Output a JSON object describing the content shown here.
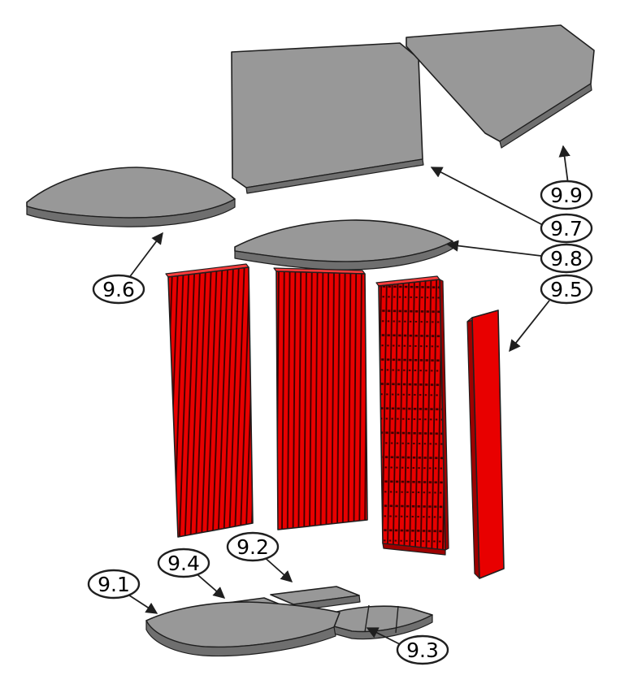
{
  "colors": {
    "background": "#ffffff",
    "outline": "#1f1f1f",
    "part_gray": "#989898",
    "part_gray_dark": "#6f6f6f",
    "part_gray_light": "#a6a6a6",
    "red": "#e80000",
    "red_light": "#ff3c3c",
    "red_dark": "#9e0000",
    "slat_line": "#3c0000",
    "callout_fill": "#ffffff",
    "callout_text": "#000000"
  },
  "callouts": [
    "9.1",
    "9.2",
    "9.3",
    "9.4",
    "9.5",
    "9.6",
    "9.7",
    "9.8",
    "9.9"
  ]
}
